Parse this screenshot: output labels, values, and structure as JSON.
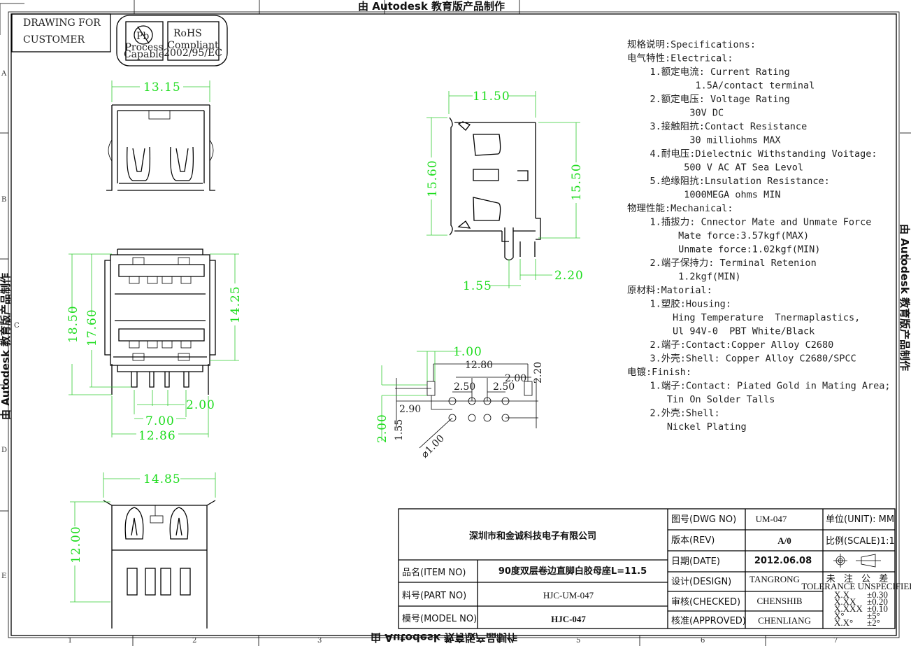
{
  "header": {
    "drawing_for": [
      "DRAWING FOR",
      "CUSTOMER"
    ],
    "pb_badge": {
      "symbol": "Pb",
      "line1": "Process",
      "line2": "Capable"
    },
    "rohs_badge": {
      "title": "RoHS",
      "line1": "Compliant",
      "line2": "2002/95/EC"
    }
  },
  "watermark": "由 Autodesk 教育版产品制作",
  "zones": {
    "rows": [
      "A",
      "B",
      "C",
      "D",
      "E"
    ],
    "cols": [
      "1",
      "2",
      "3",
      "5",
      "6",
      "7"
    ]
  },
  "dimensions": {
    "top_view": {
      "width": "13.15"
    },
    "side_view": {
      "width": "11.50",
      "height_left": "15.60",
      "height_right": "15.50",
      "pin_offset": "1.55",
      "pin_pitch": "2.20"
    },
    "front_view": {
      "h1": "18.50",
      "h2": "17.60",
      "h3": "14.25",
      "pitch": "2.00",
      "pin_span": "7.00",
      "width": "12.86"
    },
    "bottom_view": {
      "width": "14.85",
      "height": "12.00"
    },
    "pcb_layout": {
      "d1": "1.00",
      "d2": "12.80",
      "d3": "2.00",
      "d4": "2.20",
      "d5": "2.50",
      "d6": "2.50",
      "d7": "2.90",
      "d8": "1.55",
      "d9": "2.00",
      "hole": "⌀1.00"
    }
  },
  "specs": [
    "规格说明:Specifications:",
    "电气特性:Electrical:",
    "    1.额定电流: Current Rating",
    "            1.5A/contact terminal",
    "    2.额定电压: Voltage Rating",
    "           30V DC",
    "    3.接触阻抗:Contact Resistance",
    "           30 milliohms MAX",
    "    4.耐电压:Dielectnic Withstanding Voitage:",
    "          500 V AC AT Sea Levol",
    "    5.绝缘阻抗:Lnsulation Resistance:",
    "          1000MEGA ohms MIN",
    "物理性能:Mechanical:",
    "    1.插拔力: Cnnector Mate and Unmate Force",
    "         Mate force:3.57kgf(MAX)",
    "         Unmate force:1.02kgf(MIN)",
    "    2.端子保持力: Terminal Retenion",
    "         1.2kgf(MIN)",
    "原材料:Matorial:",
    "    1.塑胶:Housing:",
    "        Hing Temperature  Tnermaplastics,",
    "        Ul 94V-0  PBT White/Black",
    "    2.端子:Contact:Copper Alloy C2680",
    "    3.外壳:Shell: Copper Alloy C2680/SPCC",
    "电镀:Finish:",
    "    1.端子:Contact: Piated Gold in Mating Area;",
    "       Tin On Solder Talls",
    "    2.外壳:Shell:",
    "       Nickel Plating"
  ],
  "title_block": {
    "company": "深圳市和金诚科技电子有限公司",
    "item_no_label": "品名(ITEM NO)",
    "item_no": "90度双层卷边直脚白胶母座L=11.5",
    "part_no_label": "料号(PART NO)",
    "part_no": "HJC-UM-047",
    "model_no_label": "模号(MODEL NO)",
    "model_no": "HJC-047",
    "dwg_no_label": "图号(DWG NO)",
    "dwg_no": "UM-047",
    "rev_label": "版本(REV)",
    "rev": "A/0",
    "date_label": "日期(DATE)",
    "date": "2012.06.08",
    "design_label": "设计(DESIGN)",
    "design": "TANGRONG",
    "checked_label": "审核(CHECKED)",
    "checked": "CHENSHIB",
    "approved_label": "核准(APPROVED)",
    "approved": "CHENLIANG",
    "unit": "单位(UNIT): MM",
    "scale": "比例(SCALE)1:1",
    "tolerance_title": "未 注 公 差",
    "tolerance_subtitle": "TOLERANCE UNSPECIFIED",
    "tolerances": [
      {
        "k": "X.X",
        "v": "±0.30"
      },
      {
        "k": "X.XX",
        "v": "±0.20"
      },
      {
        "k": "X.XXX",
        "v": "±0.10"
      },
      {
        "k": "X°",
        "v": "±5°"
      },
      {
        "k": "X.X°",
        "v": "±2°"
      }
    ]
  }
}
